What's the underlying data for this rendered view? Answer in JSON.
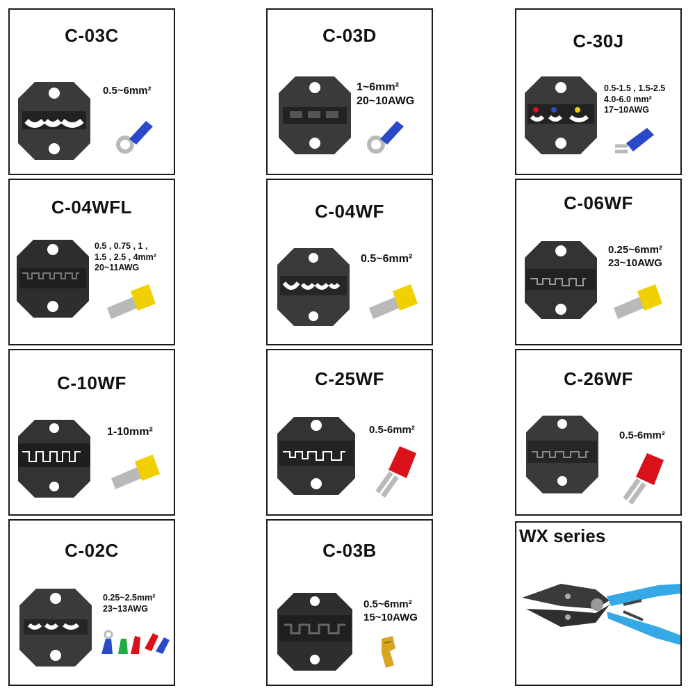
{
  "colors": {
    "die_body": "#3a3a3a",
    "die_dark": "#222222",
    "terminal_blue": "#2a49c8",
    "terminal_yellow": "#f0d000",
    "terminal_red": "#d8111a",
    "metal": "#b9b9b9",
    "handle_blue": "#35a8e6"
  },
  "cards": [
    {
      "title": "C-03C",
      "spec": "0.5~6mm²",
      "terminal": "ring-blue-icon"
    },
    {
      "title": "C-03D",
      "spec": "1~6mm²\n20~10AWG",
      "terminal": "ring-blue-icon"
    },
    {
      "title": "C-30J",
      "spec": "0.5-1.5 , 1.5-2.5\n4.0-6.0 mm²\n17~10AWG",
      "terminal": "spade-blue-icon"
    },
    {
      "title": "C-04WFL",
      "spec": "0.5 , 0.75 , 1 ,\n1.5 , 2.5 , 4mm²\n20~11AWG",
      "terminal": "ferrule-yellow-icon"
    },
    {
      "title": "C-04WF",
      "spec": "0.5~6mm²",
      "terminal": "ferrule-yellow-icon"
    },
    {
      "title": "C-06WF",
      "spec": "0.25~6mm²\n23~10AWG",
      "terminal": "ferrule-yellow-icon"
    },
    {
      "title": "C-10WF",
      "spec": "1-10mm²",
      "terminal": "ferrule-yellow-icon"
    },
    {
      "title": "C-25WF",
      "spec": "0.5-6mm²",
      "terminal": "twin-ferrule-red-icon"
    },
    {
      "title": "C-26WF",
      "spec": "0.5-6mm²",
      "terminal": "twin-ferrule-red-icon"
    },
    {
      "title": "C-02C",
      "spec": "0.25~2.5mm²\n23~13AWG",
      "terminal": "insulated-terminals-icon"
    },
    {
      "title": "C-03B",
      "spec": "0.5~6mm²\n15~10AWG",
      "terminal": "flag-terminal-icon"
    }
  ],
  "wx": {
    "title": "WX series",
    "icon": "crimping-plier-icon"
  }
}
